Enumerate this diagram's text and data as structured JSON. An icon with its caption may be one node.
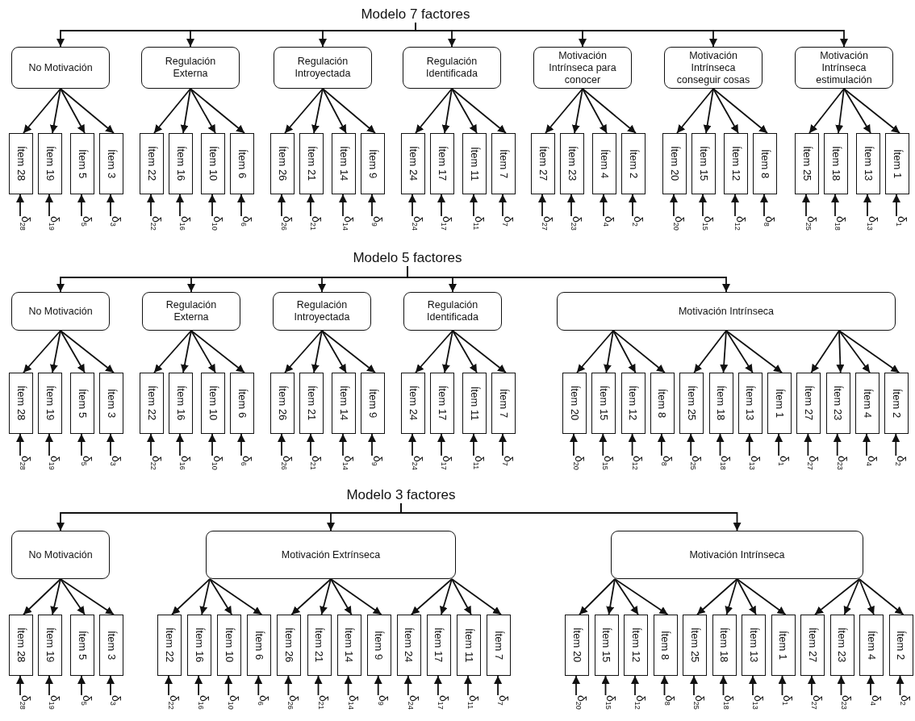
{
  "diagram": {
    "nodes": [
      {
        "text": [
          "Modelo 7 factores"
        ]
      },
      {
        "text": [
          "No Motivación"
        ]
      },
      {
        "text": [
          "Regulación Externa"
        ]
      },
      {
        "text": [
          "Regulación Introyectada"
        ]
      },
      {
        "text": [
          "Regulación Identificada"
        ]
      },
      {
        "text": [
          "Motivación Intrínseca para conocer"
        ]
      },
      {
        "text": [
          "Motivación Intrínseca conseguir cosas"
        ]
      },
      {
        "text": [
          "Motivación Intrínseca estimulación"
        ]
      },
      {
        "text": [
          "Ítem 28"
        ]
      },
      {
        "text": [
          "Ítem 19"
        ]
      },
      {
        "text": [
          "Ítem 5"
        ]
      },
      {
        "text": [
          "Ítem 3"
        ]
      },
      {
        "text": [
          "Ítem 22"
        ]
      },
      {
        "text": [
          "Ítem 16"
        ]
      },
      {
        "text": [
          "Ítem 10"
        ]
      },
      {
        "text": [
          "Ítem 6"
        ]
      },
      {
        "text": [
          "Ítem 26"
        ]
      },
      {
        "text": [
          "Ítem 21"
        ]
      },
      {
        "text": [
          "Ítem 14"
        ]
      },
      {
        "text": [
          "Ítem 9"
        ]
      },
      {
        "text": [
          "Ítem 24"
        ]
      },
      {
        "text": [
          "Ítem 17"
        ]
      },
      {
        "text": [
          "Ítem 11"
        ]
      },
      {
        "text": [
          "Ítem 7"
        ]
      },
      {
        "text": [
          "Ítem 27"
        ]
      },
      {
        "text": [
          "Ítem 23"
        ]
      },
      {
        "text": [
          "Ítem 4"
        ]
      },
      {
        "text": [
          "Ítem 2"
        ]
      },
      {
        "text": [
          "Ítem 20"
        ]
      },
      {
        "text": [
          "Ítem 15"
        ]
      },
      {
        "text": [
          "Ítem 12"
        ]
      },
      {
        "text": [
          "Ítem 8"
        ]
      },
      {
        "text": [
          "Ítem 25"
        ]
      },
      {
        "text": [
          "Ítem 18"
        ]
      },
      {
        "text": [
          "Ítem 13"
        ]
      },
      {
        "text": [
          "Ítem 1"
        ]
      },
      {
        "text": [
          "δ$_{28}$"
        ]
      },
      {
        "text": [
          "δ$_{19}$"
        ]
      },
      {
        "text": [
          "δ$_{5}$"
        ]
      },
      {
        "text": [
          "δ$_{3}$"
        ]
      },
      {
        "text": [
          "δ$_{22}$"
        ]
      },
      {
        "text": [
          "δ$_{16}$"
        ]
      },
      {
        "text": [
          "δ$_{10}$"
        ]
      },
      {
        "text": [
          "δ$_{6}$"
        ]
      },
      {
        "text": [
          "δ$_{26}$"
        ]
      },
      {
        "text": [
          "δ$_{21}$"
        ]
      },
      {
        "text": [
          "δ$_{14}$"
        ]
      },
      {
        "text": [
          "δ$_{9}$"
        ]
      },
      {
        "text": [
          "δ$_{24}$"
        ]
      },
      {
        "text": [
          "δ$_{17}$"
        ]
      },
      {
        "text": [
          "δ$_{11}$"
        ]
      },
      {
        "text": [
          "δ$_{7}$"
        ]
      },
      {
        "text": [
          "δ$_{27}$"
        ]
      },
      {
        "text": [
          "δ$_{23}$"
        ]
      },
      {
        "text": [
          "δ$_{4}$"
        ]
      },
      {
        "text": [
          "δ$_{2}$"
        ]
      },
      {
        "text": [
          "δ$_{20}$"
        ]
      },
      {
        "text": [
          "δ$_{15}$"
        ]
      },
      {
        "text": [
          "δ$_{12}$"
        ]
      },
      {
        "text": [
          "δ$_{8}$"
        ]
      },
      {
        "text": [
          "δ$_{25}$"
        ]
      },
      {
        "text": [
          "δ$_{18}$"
        ]
      },
      {
        "text": [
          "δ$_{13}$"
        ]
      },
      {
        "text": [
          "δ$_{1}$"
        ]
      },
      {
        "text": [
          "Modelo 5 factores"
        ]
      },
      {
        "text": [
          "No Motivación"
        ]
      },
      {
        "text": [
          "Regulación Externa"
        ]
      },
      {
        "text": [
          "Regulación Introyectada"
        ]
      },
      {
        "text": [
          "Regulación Identificada"
        ]
      },
      {
        "text": [
          "Motivación Intrínseca"
        ]
      },
      {
        "text": [
          "Ítem 28"
        ]
      },
      {
        "text": [
          "Ítem 19"
        ]
      },
      {
        "text": [
          "Ítem 5"
        ]
      },
      {
        "text": [
          "Ítem 3"
        ]
      },
      {
        "text": [
          "Ítem 22"
        ]
      },
      {
        "text": [
          "Ítem 16"
        ]
      },
      {
        "text": [
          "Ítem 10"
        ]
      },
      {
        "text": [
          "Ítem 6"
        ]
      },
      {
        "text": [
          "Ítem 26"
        ]
      },
      {
        "text": [
          "Ítem 21"
        ]
      },
      {
        "text": [
          "Ítem 14"
        ]
      },
      {
        "text": [
          "Ítem 9"
        ]
      },
      {
        "text": [
          "Ítem 24"
        ]
      },
      {
        "text": [
          "Ítem 17"
        ]
      },
      {
        "text": [
          "Ítem 11"
        ]
      },
      {
        "text": [
          "Ítem 7"
        ]
      },
      {
        "text": [
          "Ítem 20"
        ]
      },
      {
        "text": [
          "Ítem 15"
        ]
      },
      {
        "text": [
          "Ítem 12"
        ]
      },
      {
        "text": [
          "Ítem 8"
        ]
      },
      {
        "text": [
          "Ítem 25"
        ]
      },
      {
        "text": [
          "Ítem 18"
        ]
      },
      {
        "text": [
          "Ítem 13"
        ]
      },
      {
        "text": [
          "Ítem 1"
        ]
      },
      {
        "text": [
          "Ítem 27"
        ]
      },
      {
        "text": [
          "Ítem 23"
        ]
      },
      {
        "text": [
          "Ítem 4"
        ]
      },
      {
        "text": [
          "Ítem 2"
        ]
      },
      {
        "text": [
          "δ$_{28}$"
        ]
      },
      {
        "text": [
          "δ$_{19}$"
        ]
      },
      {
        "text": [
          "δ$_{5}$"
        ]
      },
      {
        "text": [
          "δ$_{3}$"
        ]
      },
      {
        "text": [
          "δ$_{22}$"
        ]
      },
      {
        "text": [
          "δ$_{16}$"
        ]
      },
      {
        "text": [
          "δ$_{10}$"
        ]
      },
      {
        "text": [
          "δ$_{6}$"
        ]
      },
      {
        "text": [
          "δ$_{26}$"
        ]
      },
      {
        "text": [
          "δ$_{21}$"
        ]
      },
      {
        "text": [
          "δ$_{14}$"
        ]
      },
      {
        "text": [
          "δ$_{9}$"
        ]
      },
      {
        "text": [
          "δ$_{24}$"
        ]
      },
      {
        "text": [
          "δ$_{17}$"
        ]
      },
      {
        "text": [
          "δ$_{11}$"
        ]
      },
      {
        "text": [
          "δ$_{7}$"
        ]
      },
      {
        "text": [
          "δ$_{20}$"
        ]
      },
      {
        "text": [
          "δ$_{15}$"
        ]
      },
      {
        "text": [
          "δ$_{12}$"
        ]
      },
      {
        "text": [
          "δ$_{8}$"
        ]
      },
      {
        "text": [
          "δ$_{25}$"
        ]
      },
      {
        "text": [
          "δ$_{18}$"
        ]
      },
      {
        "text": [
          "δ$_{13}$"
        ]
      },
      {
        "text": [
          "δ$_{1}$"
        ]
      },
      {
        "text": [
          "δ$_{27}$"
        ]
      },
      {
        "text": [
          "δ$_{23}$"
        ]
      },
      {
        "text": [
          "δ$_{4}$"
        ]
      },
      {
        "text": [
          "δ$_{2}$"
        ]
      },
      {
        "text": [
          "Modelo 3 factores"
        ]
      },
      {
        "text": [
          "No Motivación"
        ]
      },
      {
        "text": [
          "Motivación Extrínseca"
        ]
      },
      {
        "text": [
          "Motivación Intrínseca"
        ]
      },
      {
        "text": [
          "Ítem 28"
        ]
      },
      {
        "text": [
          "Ítem 19"
        ]
      },
      {
        "text": [
          "Ítem 5"
        ]
      },
      {
        "text": [
          "Ítem 3"
        ]
      },
      {
        "text": [
          "Ítem 22"
        ]
      },
      {
        "text": [
          "Ítem 16"
        ]
      },
      {
        "text": [
          "Ítem 10"
        ]
      },
      {
        "text": [
          "Ítem 6"
        ]
      },
      {
        "text": [
          "Ítem 26"
        ]
      },
      {
        "text": [
          "Ítem 21"
        ]
      },
      {
        "text": [
          "Ítem 14"
        ]
      },
      {
        "text": [
          "Ítem 9"
        ]
      },
      {
        "text": [
          "Ítem 24"
        ]
      },
      {
        "text": [
          "Ítem 17"
        ]
      },
      {
        "text": [
          "Ítem 11"
        ]
      },
      {
        "text": [
          "Ítem 7"
        ]
      },
      {
        "text": [
          "Ítem 20"
        ]
      },
      {
        "text": [
          "Ítem 15"
        ]
      },
      {
        "text": [
          "Ítem 12"
        ]
      },
      {
        "text": [
          "Ítem 8"
        ]
      },
      {
        "text": [
          "Ítem 25"
        ]
      },
      {
        "text": [
          "Ítem 18"
        ]
      },
      {
        "text": [
          "Ítem 13"
        ]
      },
      {
        "text": [
          "Ítem 1"
        ]
      },
      {
        "text": [
          "Ítem 27"
        ]
      },
      {
        "text": [
          "Ítem 23"
        ]
      },
      {
        "text": [
          "Ítem 4"
        ]
      },
      {
        "text": [
          "Ítem 2"
        ]
      },
      {
        "text": [
          "δ$_{28}$"
        ]
      },
      {
        "text": [
          "δ$_{19}$"
        ]
      },
      {
        "text": [
          "δ$_{5}$"
        ]
      },
      {
        "text": [
          "δ$_{3}$"
        ]
      },
      {
        "text": [
          "δ$_{22}$"
        ]
      },
      {
        "text": [
          "δ$_{16}$"
        ]
      },
      {
        "text": [
          "δ$_{10}$"
        ]
      },
      {
        "text": [
          "δ$_{6}$"
        ]
      },
      {
        "text": [
          "δ$_{26}$"
        ]
      },
      {
        "text": [
          "δ$_{21}$"
        ]
      },
      {
        "text": [
          "δ$_{14}$"
        ]
      },
      {
        "text": [
          "δ$_{9}$"
        ]
      },
      {
        "text": [
          "δ$_{24}$"
        ]
      },
      {
        "text": [
          "δ$_{17}$"
        ]
      },
      {
        "text": [
          "δ$_{11}$"
        ]
      },
      {
        "text": [
          "δ$_{7}$"
        ]
      },
      {
        "text": [
          "δ$_{20}$"
        ]
      },
      {
        "text": [
          "δ$_{15}$"
        ]
      },
      {
        "text": [
          "δ$_{12}$"
        ]
      },
      {
        "text": [
          "δ$_{8}$"
        ]
      },
      {
        "text": [
          "δ$_{25}$"
        ]
      },
      {
        "text": [
          "δ$_{18}$"
        ]
      },
      {
        "text": [
          "δ$_{13}$"
        ]
      },
      {
        "text": [
          "δ$_{1}$"
        ]
      },
      {
        "text": [
          "δ$_{27}$"
        ]
      },
      {
        "text": [
          "δ$_{23}$"
        ]
      },
      {
        "text": [
          "δ$_{4}$"
        ]
      },
      {
        "text": [
          "δ$_{2}$"
        ]
      }
    ],
    "edges": [
      {
        "from": 0,
        "to": 1,
        "arrow": "to"
      },
      {
        "from": 0,
        "to": 2,
        "arrow": "to"
      },
      {
        "from": 0,
        "to": 3,
        "arrow": "to"
      },
      {
        "from": 0,
        "to": 4,
        "arrow": "to"
      },
      {
        "from": 0,
        "to": 5,
        "arrow": "to"
      },
      {
        "from": 0,
        "to": 6,
        "arrow": "to"
      },
      {
        "from": 0,
        "to": 7,
        "arrow": "to"
      },
      {
        "from": 1,
        "to": 8,
        "arrow": "to"
      },
      {
        "from": 1,
        "to": 9,
        "arrow": "to"
      },
      {
        "from": 1,
        "to": 10,
        "arrow": "to"
      },
      {
        "from": 1,
        "to": 11,
        "arrow": "to"
      },
      {
        "from": 2,
        "to": 12,
        "arrow": "to"
      },
      {
        "from": 2,
        "to": 13,
        "arrow": "to"
      },
      {
        "from": 2,
        "to": 14,
        "arrow": "to"
      },
      {
        "from": 2,
        "to": 15,
        "arrow": "to"
      },
      {
        "from": 3,
        "to": 16,
        "arrow": "to"
      },
      {
        "from": 3,
        "to": 17,
        "arrow": "to"
      },
      {
        "from": 3,
        "to": 18,
        "arrow": "to"
      },
      {
        "from": 3,
        "to": 19,
        "arrow": "to"
      },
      {
        "from": 4,
        "to": 20,
        "arrow": "to"
      },
      {
        "from": 4,
        "to": 21,
        "arrow": "to"
      },
      {
        "from": 4,
        "to": 22,
        "arrow": "to"
      },
      {
        "from": 4,
        "to": 23,
        "arrow": "to"
      },
      {
        "from": 5,
        "to": 24,
        "arrow": "to"
      },
      {
        "from": 5,
        "to": 25,
        "arrow": "to"
      },
      {
        "from": 5,
        "to": 26,
        "arrow": "to"
      },
      {
        "from": 5,
        "to": 27,
        "arrow": "to"
      },
      {
        "from": 6,
        "to": 28,
        "arrow": "to"
      },
      {
        "from": 6,
        "to": 29,
        "arrow": "to"
      },
      {
        "from": 6,
        "to": 30,
        "arrow": "to"
      },
      {
        "from": 6,
        "to": 31,
        "arrow": "to"
      },
      {
        "from": 7,
        "to": 32,
        "arrow": "to"
      },
      {
        "from": 7,
        "to": 33,
        "arrow": "to"
      },
      {
        "from": 7,
        "to": 34,
        "arrow": "to"
      },
      {
        "from": 7,
        "to": 35,
        "arrow": "to"
      },
      {
        "from": 36,
        "to": 8,
        "arrow": "to"
      },
      {
        "from": 37,
        "to": 9,
        "arrow": "to"
      },
      {
        "from": 38,
        "to": 10,
        "arrow": "to"
      },
      {
        "from": 39,
        "to": 11,
        "arrow": "to"
      },
      {
        "from": 40,
        "to": 12,
        "arrow": "to"
      },
      {
        "from": 41,
        "to": 13,
        "arrow": "to"
      },
      {
        "from": 42,
        "to": 14,
        "arrow": "to"
      },
      {
        "from": 43,
        "to": 15,
        "arrow": "to"
      },
      {
        "from": 44,
        "to": 16,
        "arrow": "to"
      },
      {
        "from": 45,
        "to": 17,
        "arrow": "to"
      },
      {
        "from": 46,
        "to": 18,
        "arrow": "to"
      },
      {
        "from": 47,
        "to": 19,
        "arrow": "to"
      },
      {
        "from": 48,
        "to": 20,
        "arrow": "to"
      },
      {
        "from": 49,
        "to": 21,
        "arrow": "to"
      },
      {
        "from": 50,
        "to": 22,
        "arrow": "to"
      },
      {
        "from": 51,
        "to": 23,
        "arrow": "to"
      },
      {
        "from": 52,
        "to": 24,
        "arrow": "to"
      },
      {
        "from": 53,
        "to": 25,
        "arrow": "to"
      },
      {
        "from": 54,
        "to": 26,
        "arrow": "to"
      },
      {
        "from": 55,
        "to": 27,
        "arrow": "to"
      },
      {
        "from": 56,
        "to": 28,
        "arrow": "to"
      },
      {
        "from": 57,
        "to": 29,
        "arrow": "to"
      },
      {
        "from": 58,
        "to": 30,
        "arrow": "to"
      },
      {
        "from": 59,
        "to": 31,
        "arrow": "to"
      },
      {
        "from": 60,
        "to": 32,
        "arrow": "to"
      },
      {
        "from": 61,
        "to": 33,
        "arrow": "to"
      },
      {
        "from": 62,
        "to": 34,
        "arrow": "to"
      },
      {
        "from": 63,
        "to": 35,
        "arrow": "to"
      },
      {
        "from": 64,
        "to": 65,
        "arrow": "to"
      },
      {
        "from": 64,
        "to": 66,
        "arrow": "to"
      },
      {
        "from": 64,
        "to": 67,
        "arrow": "to"
      },
      {
        "from": 64,
        "to": 68,
        "arrow": "to"
      },
      {
        "from": 64,
        "to": 69,
        "arrow": "to"
      },
      {
        "from": 65,
        "to": 70,
        "arrow": "to"
      },
      {
        "from": 65,
        "to": 71,
        "arrow": "to"
      },
      {
        "from": 65,
        "to": 72,
        "arrow": "to"
      },
      {
        "from": 65,
        "to": 73,
        "arrow": "to"
      },
      {
        "from": 66,
        "to": 74,
        "arrow": "to"
      },
      {
        "from": 66,
        "to": 75,
        "arrow": "to"
      },
      {
        "from": 66,
        "to": 76,
        "arrow": "to"
      },
      {
        "from": 66,
        "to": 77,
        "arrow": "to"
      },
      {
        "from": 67,
        "to": 78,
        "arrow": "to"
      },
      {
        "from": 67,
        "to": 79,
        "arrow": "to"
      },
      {
        "from": 67,
        "to": 80,
        "arrow": "to"
      },
      {
        "from": 67,
        "to": 81,
        "arrow": "to"
      },
      {
        "from": 68,
        "to": 82,
        "arrow": "to"
      },
      {
        "from": 68,
        "to": 83,
        "arrow": "to"
      },
      {
        "from": 68,
        "to": 84,
        "arrow": "to"
      },
      {
        "from": 68,
        "to": 85,
        "arrow": "to"
      },
      {
        "from": 69,
        "to": 86,
        "arrow": "to"
      },
      {
        "from": 69,
        "to": 87,
        "arrow": "to"
      },
      {
        "from": 69,
        "to": 88,
        "arrow": "to"
      },
      {
        "from": 69,
        "to": 89,
        "arrow": "to"
      },
      {
        "from": 69,
        "to": 90,
        "arrow": "to"
      },
      {
        "from": 69,
        "to": 91,
        "arrow": "to"
      },
      {
        "from": 69,
        "to": 92,
        "arrow": "to"
      },
      {
        "from": 69,
        "to": 93,
        "arrow": "to"
      },
      {
        "from": 69,
        "to": 94,
        "arrow": "to"
      },
      {
        "from": 69,
        "to": 95,
        "arrow": "to"
      },
      {
        "from": 69,
        "to": 96,
        "arrow": "to"
      },
      {
        "from": 69,
        "to": 97,
        "arrow": "to"
      },
      {
        "from": 98,
        "to": 70,
        "arrow": "to"
      },
      {
        "from": 99,
        "to": 71,
        "arrow": "to"
      },
      {
        "from": 100,
        "to": 72,
        "arrow": "to"
      },
      {
        "from": 101,
        "to": 73,
        "arrow": "to"
      },
      {
        "from": 102,
        "to": 74,
        "arrow": "to"
      },
      {
        "from": 103,
        "to": 75,
        "arrow": "to"
      },
      {
        "from": 104,
        "to": 76,
        "arrow": "to"
      },
      {
        "from": 105,
        "to": 77,
        "arrow": "to"
      },
      {
        "from": 106,
        "to": 78,
        "arrow": "to"
      },
      {
        "from": 107,
        "to": 79,
        "arrow": "to"
      },
      {
        "from": 108,
        "to": 80,
        "arrow": "to"
      },
      {
        "from": 109,
        "to": 81,
        "arrow": "to"
      },
      {
        "from": 110,
        "to": 82,
        "arrow": "to"
      },
      {
        "from": 111,
        "to": 83,
        "arrow": "to"
      },
      {
        "from": 112,
        "to": 84,
        "arrow": "to"
      },
      {
        "from": 113,
        "to": 85,
        "arrow": "to"
      },
      {
        "from": 114,
        "to": 86,
        "arrow": "to"
      },
      {
        "from": 115,
        "to": 87,
        "arrow": "to"
      },
      {
        "from": 116,
        "to": 88,
        "arrow": "to"
      },
      {
        "from": 117,
        "to": 89,
        "arrow": "to"
      },
      {
        "from": 118,
        "to": 90,
        "arrow": "to"
      },
      {
        "from": 119,
        "to": 91,
        "arrow": "to"
      },
      {
        "from": 120,
        "to": 92,
        "arrow": "to"
      },
      {
        "from": 121,
        "to": 93,
        "arrow": "to"
      },
      {
        "from": 122,
        "to": 94,
        "arrow": "to"
      },
      {
        "from": 123,
        "to": 95,
        "arrow": "to"
      },
      {
        "from": 124,
        "to": 96,
        "arrow": "to"
      },
      {
        "from": 125,
        "to": 97,
        "arrow": "to"
      },
      {
        "from": 126,
        "to": 127,
        "arrow": "to"
      },
      {
        "from": 126,
        "to": 128,
        "arrow": "to"
      },
      {
        "from": 126,
        "to": 129,
        "arrow": "to"
      },
      {
        "from": 127,
        "to": 130,
        "arrow": "to"
      },
      {
        "from": 127,
        "to": 131,
        "arrow": "to"
      },
      {
        "from": 127,
        "to": 132,
        "arrow": "to"
      },
      {
        "from": 127,
        "to": 133,
        "arrow": "to"
      },
      {
        "from": 128,
        "to": 134,
        "arrow": "to"
      },
      {
        "from": 128,
        "to": 135,
        "arrow": "to"
      },
      {
        "from": 128,
        "to": 136,
        "arrow": "to"
      },
      {
        "from": 128,
        "to": 137,
        "arrow": "to"
      },
      {
        "from": 128,
        "to": 138,
        "arrow": "to"
      },
      {
        "from": 128,
        "to": 139,
        "arrow": "to"
      },
      {
        "from": 128,
        "to": 140,
        "arrow": "to"
      },
      {
        "from": 128,
        "to": 141,
        "arrow": "to"
      },
      {
        "from": 128,
        "to": 142,
        "arrow": "to"
      },
      {
        "from": 128,
        "to": 143,
        "arrow": "to"
      },
      {
        "from": 128,
        "to": 144,
        "arrow": "to"
      },
      {
        "from": 128,
        "to": 145,
        "arrow": "to"
      },
      {
        "from": 129,
        "to": 146,
        "arrow": "to"
      },
      {
        "from": 129,
        "to": 147,
        "arrow": "to"
      },
      {
        "from": 129,
        "to": 148,
        "arrow": "to"
      },
      {
        "from": 129,
        "to": 149,
        "arrow": "to"
      },
      {
        "from": 129,
        "to": 150,
        "arrow": "to"
      },
      {
        "from": 129,
        "to": 151,
        "arrow": "to"
      },
      {
        "from": 129,
        "to": 152,
        "arrow": "to"
      },
      {
        "from": 129,
        "to": 153,
        "arrow": "to"
      },
      {
        "from": 129,
        "to": 154,
        "arrow": "to"
      },
      {
        "from": 129,
        "to": 155,
        "arrow": "to"
      },
      {
        "from": 129,
        "to": 156,
        "arrow": "to"
      },
      {
        "from": 129,
        "to": 157,
        "arrow": "to"
      },
      {
        "from": 158,
        "to": 130,
        "arrow": "to"
      },
      {
        "from": 159,
        "to": 131,
        "arrow": "to"
      },
      {
        "from": 160,
        "to": 132,
        "arrow": "to"
      },
      {
        "from": 161,
        "to": 133,
        "arrow": "to"
      },
      {
        "from": 162,
        "to": 134,
        "arrow": "to"
      },
      {
        "from": 163,
        "to": 135,
        "arrow": "to"
      },
      {
        "from": 164,
        "to": 136,
        "arrow": "to"
      },
      {
        "from": 165,
        "to": 137,
        "arrow": "to"
      },
      {
        "from": 166,
        "to": 138,
        "arrow": "to"
      },
      {
        "from": 167,
        "to": 139,
        "arrow": "to"
      },
      {
        "from": 168,
        "to": 140,
        "arrow": "to"
      },
      {
        "from": 169,
        "to": 141,
        "arrow": "to"
      },
      {
        "from": 170,
        "to": 142,
        "arrow": "to"
      },
      {
        "from": 171,
        "to": 143,
        "arrow": "to"
      },
      {
        "from": 172,
        "to": 144,
        "arrow": "to"
      },
      {
        "from": 173,
        "to": 145,
        "arrow": "to"
      },
      {
        "from": 174,
        "to": 146,
        "arrow": "to"
      },
      {
        "from": 175,
        "to": 147,
        "arrow": "to"
      },
      {
        "from": 176,
        "to": 148,
        "arrow": "to"
      },
      {
        "from": 177,
        "to": 149,
        "arrow": "to"
      },
      {
        "from": 178,
        "to": 150,
        "arrow": "to"
      },
      {
        "from": 179,
        "to": 151,
        "arrow": "to"
      },
      {
        "from": 180,
        "to": 152,
        "arrow": "to"
      },
      {
        "from": 181,
        "to": 153,
        "arrow": "to"
      },
      {
        "from": 182,
        "to": 154,
        "arrow": "to"
      },
      {
        "from": 183,
        "to": 155,
        "arrow": "to"
      },
      {
        "from": 184,
        "to": 156,
        "arrow": "to"
      },
      {
        "from": 185,
        "to": 157,
        "arrow": "to"
      }
    ]
  }
}
